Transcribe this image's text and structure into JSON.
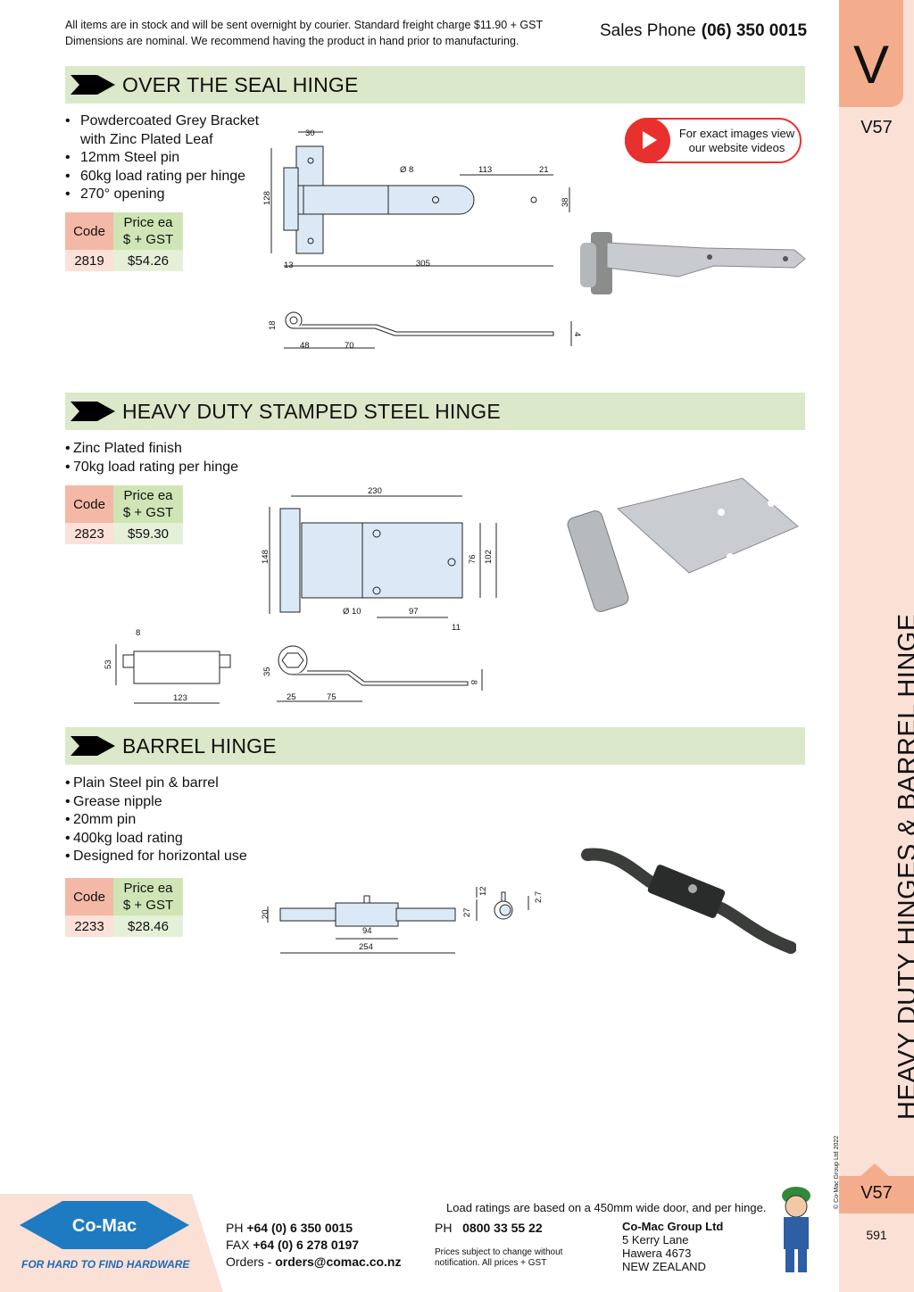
{
  "header": {
    "notice_line1": "All items are in stock and will be sent overnight by courier. Standard freight charge $11.90 + GST",
    "notice_line2": "Dimensions are nominal. We recommend having the product in hand prior to manufacturing.",
    "phone_label": "Sales Phone",
    "phone_number": "(06) 350 0015"
  },
  "sidebar": {
    "section_letter": "V",
    "page_code_top": "V57",
    "title": "HEAVY DUTY HINGES & BARREL HINGE",
    "copyright": "© Co-Mac Group Ltd 2022",
    "page_code_bottom": "V57",
    "page_number": "591"
  },
  "video_button": {
    "line1": "For exact images view",
    "line2": "our website videos"
  },
  "table_headers": {
    "code": "Code",
    "price_line1": "Price ea",
    "price_line2": "$ + GST"
  },
  "sections": [
    {
      "title": "OVER THE SEAL HINGE",
      "bullets": [
        "Powdercoated Grey Bracket",
        "with Zinc Plated Leaf",
        "12mm Steel pin",
        "60kg load rating per hinge",
        "270° opening"
      ],
      "code": "2819",
      "price": "$54.26",
      "dims": {
        "a": "30",
        "b": "128",
        "c": "Ø 8",
        "d": "113",
        "e": "21",
        "f": "38",
        "g": "13",
        "h": "305",
        "i": "18",
        "j": "48",
        "k": "70",
        "l": "4"
      }
    },
    {
      "title": "HEAVY DUTY STAMPED STEEL HINGE",
      "bullets": [
        "Zinc Plated finish",
        "70kg load rating per hinge"
      ],
      "code": "2823",
      "price": "$59.30",
      "dims": {
        "a": "230",
        "b": "148",
        "c": "76",
        "d": "102",
        "e": "Ø 10",
        "f": "97",
        "g": "11",
        "h": "8",
        "i": "53",
        "j": "123",
        "k": "35",
        "l": "25",
        "m": "75",
        "n": "8"
      }
    },
    {
      "title": "BARREL HINGE",
      "bullets": [
        "Plain Steel pin & barrel",
        "Grease nipple",
        "20mm pin",
        "400kg load rating",
        "Designed for horizontal use"
      ],
      "code": "2233",
      "price": "$28.46",
      "dims": {
        "a": "20",
        "b": "94",
        "c": "254",
        "d": "27",
        "e": "12",
        "f": "2.7"
      }
    }
  ],
  "footer": {
    "load_note": "Load ratings are based on a 450mm wide door, and per hinge.",
    "logo_text": "Co-Mac",
    "tagline": "FOR HARD TO FIND HARDWARE",
    "ph_label": "PH",
    "ph_number": "+64 (0) 6 350 0015",
    "fax_label": "FAX",
    "fax_number": "+64 (0) 6 278 0197",
    "orders_label": "Orders -",
    "orders_email": "orders@comac.co.nz",
    "ph2_label": "PH",
    "ph2_number": "0800 33 55 22",
    "disclaimer1": "Prices subject to change without",
    "disclaimer2": "notification. All prices + GST",
    "company": "Co-Mac Group Ltd",
    "addr1": "5 Kerry Lane",
    "addr2": "Hawera 4673",
    "addr3": "NEW ZEALAND"
  }
}
